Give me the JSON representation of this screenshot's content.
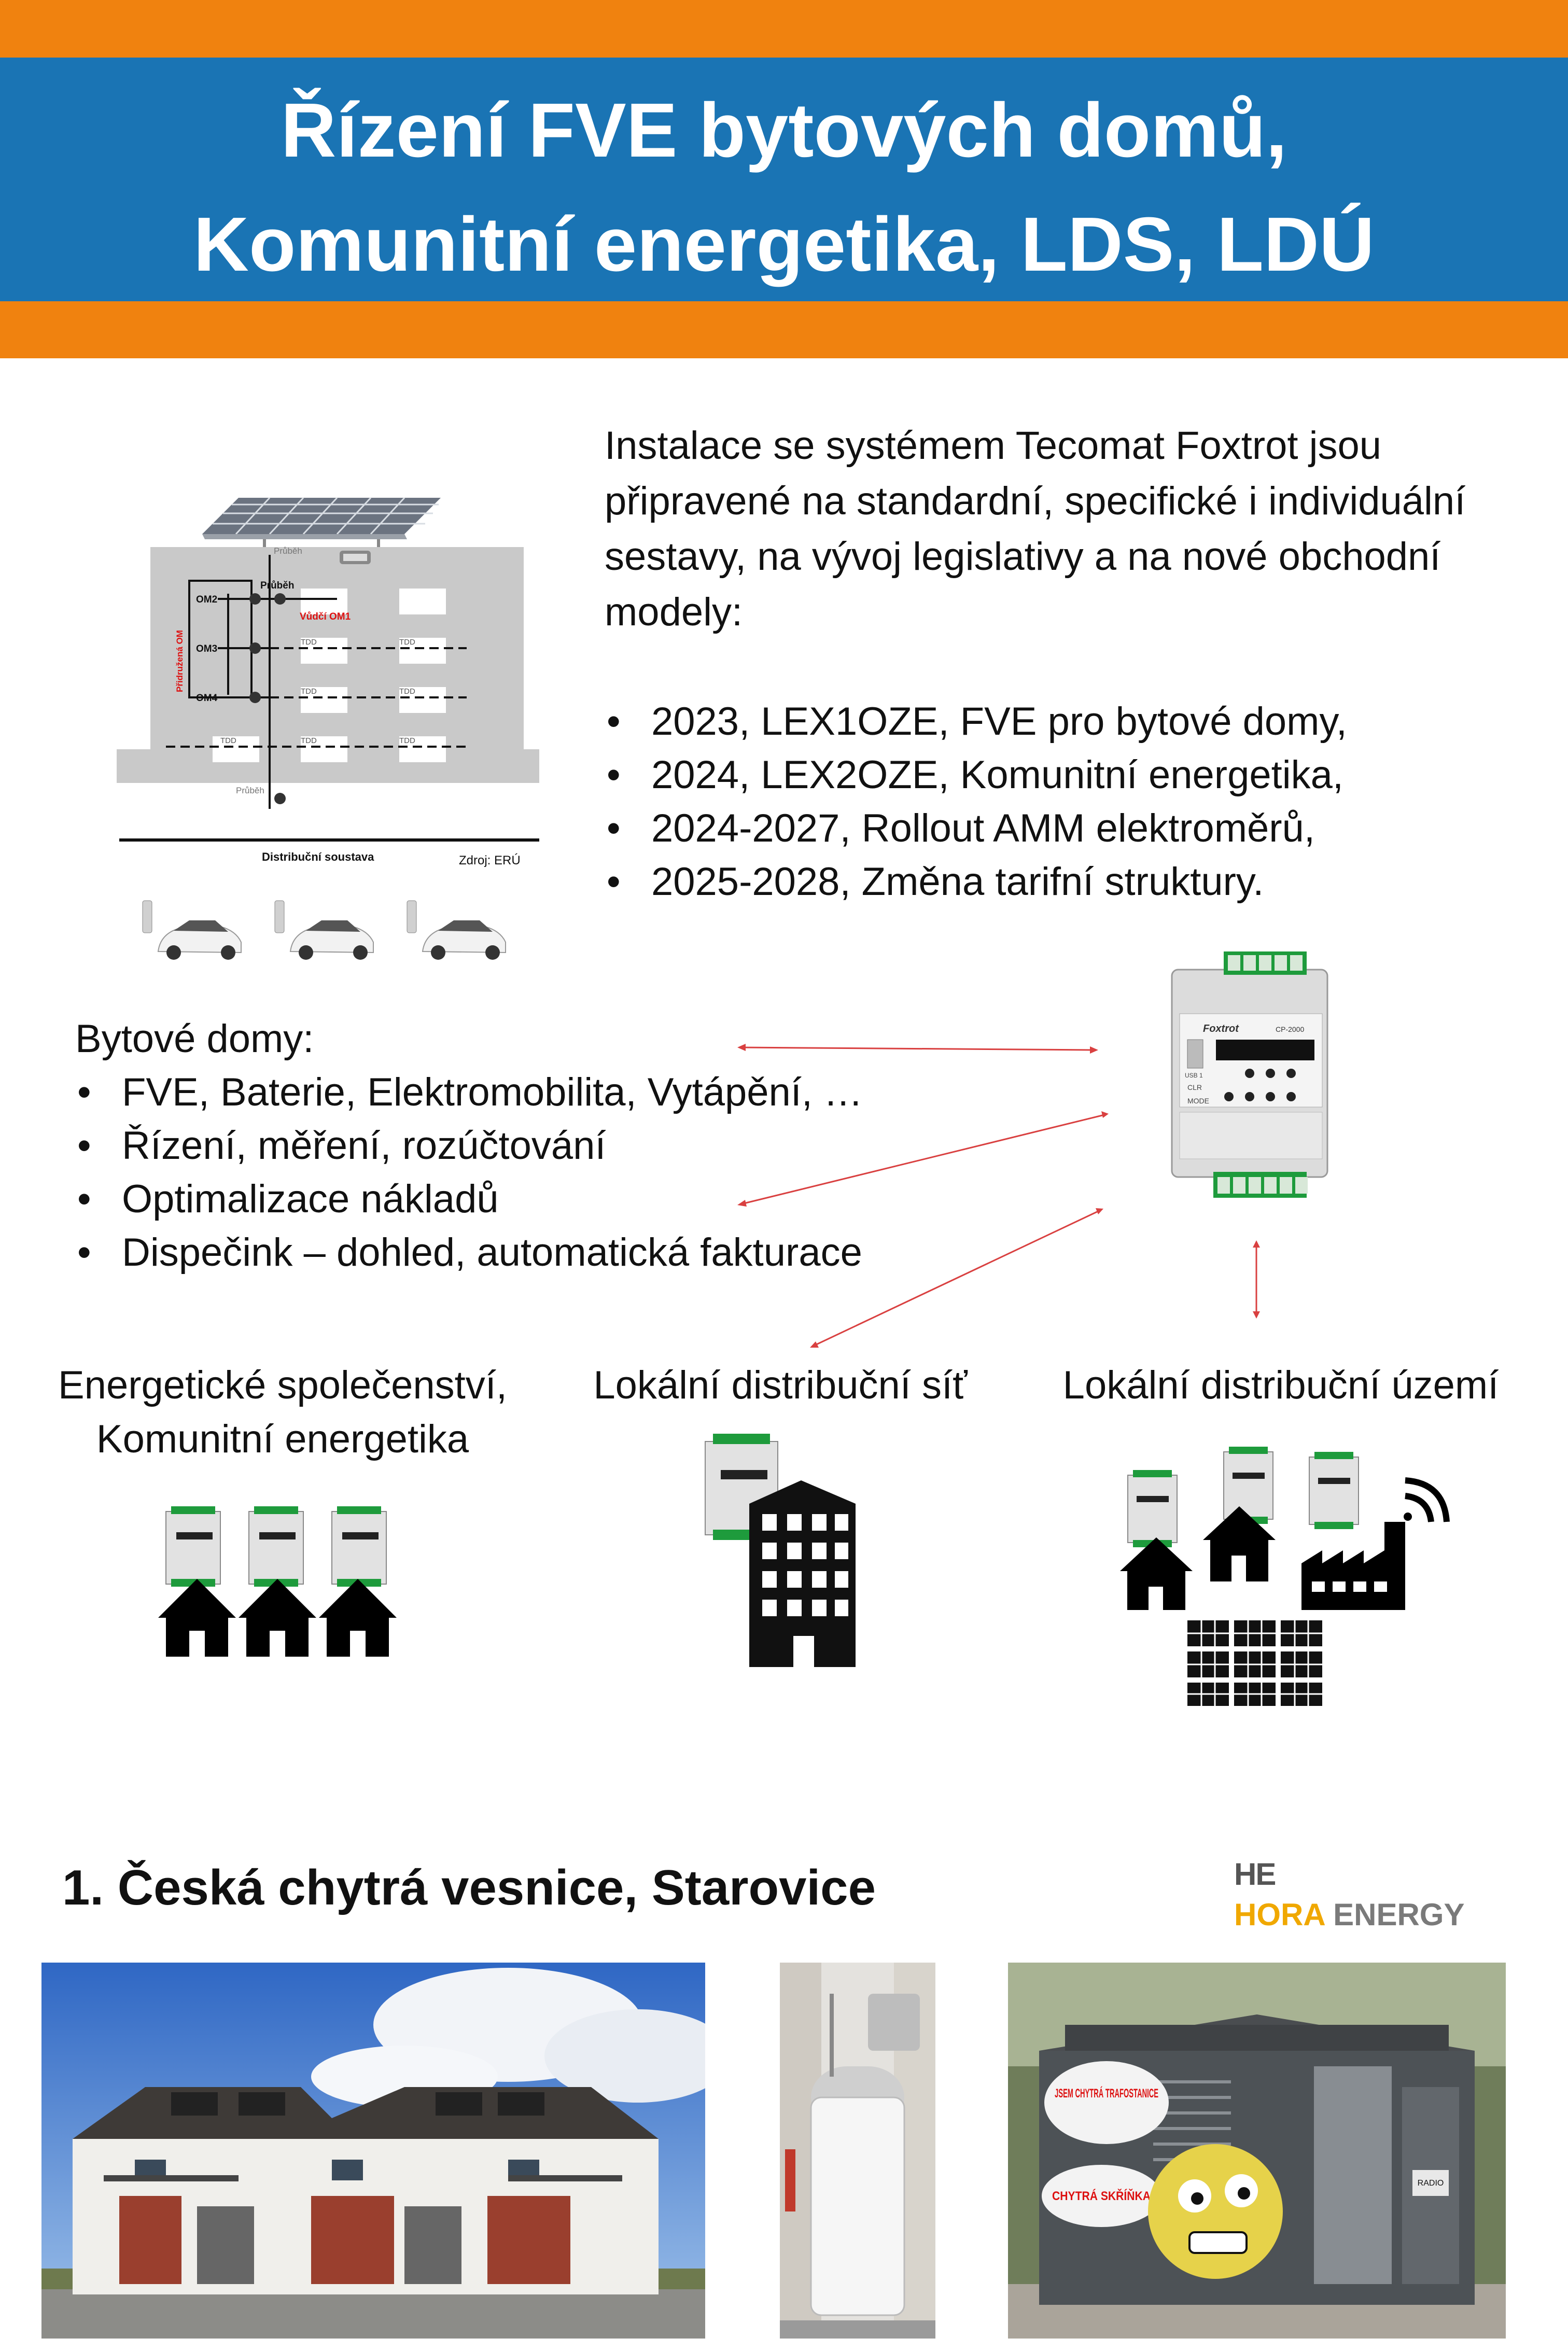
{
  "header": {
    "title_line1": "Řízení FVE bytových domů,",
    "title_line2": "Komunitní energetika, LDS, LDÚ"
  },
  "colors": {
    "orange": "#f0820f",
    "blue": "#1a74b4",
    "red_line": "#d94040",
    "diagram_gray": "#c9c9c9"
  },
  "intro": {
    "paragraph": "Instalace se systémem Tecomat Foxtrot jsou připravené na standardní, specifické i individuální sestavy, na vývoj legislativy a na nové obchodní modely:",
    "items": [
      "2023, LEX1OZE, FVE pro bytové domy,",
      "2024, LEX2OZE, Komunitní energetika,",
      "2024-2027, Rollout AMM elektroměrů,",
      "2025-2028, Změna tarifní struktury."
    ]
  },
  "diagram": {
    "labels": {
      "om2": "OM2",
      "om3": "OM3",
      "om4": "OM4",
      "pribeh_top": "Průběh",
      "pribeh_mid": "Průběh",
      "pribeh_bottom": "Průběh",
      "vedouci": "Vůdčí OM1",
      "pridruzena": "Přidružená OM",
      "tdd": "TDD",
      "distribucni": "Distribuční soustava",
      "zdroj": "Zdroj: ERÚ"
    }
  },
  "bytove_domy": {
    "title": "Bytové domy:",
    "items": [
      "FVE, Baterie, Elektromobilita, Vytápění, …",
      "Řízení, měření, rozúčtování",
      "Optimalizace nákladů",
      "Dispečink – dohled, automatická fakturace"
    ]
  },
  "device": {
    "brand": "Foxtrot",
    "model": "CP-2000",
    "keys": [
      "CLR",
      "MODE",
      "USB 1"
    ]
  },
  "sections": {
    "left_line1": "Energetické společenství,",
    "left_line2": "Komunitní energetika",
    "middle": "Lokální distribuční síť",
    "right": "Lokální distribuční území"
  },
  "bottom": {
    "title": "1. Česká chytrá vesnice, Starovice",
    "logo_mark": "HE",
    "logo_hora": "HORA",
    "logo_energy": " ENERGY",
    "substation_text1": "JSEM CHYTRÁ TRAFOSTANICE",
    "substation_text2": "CHYTRÁ SKŘÍŇKA",
    "substation_radio": "RADIO"
  }
}
